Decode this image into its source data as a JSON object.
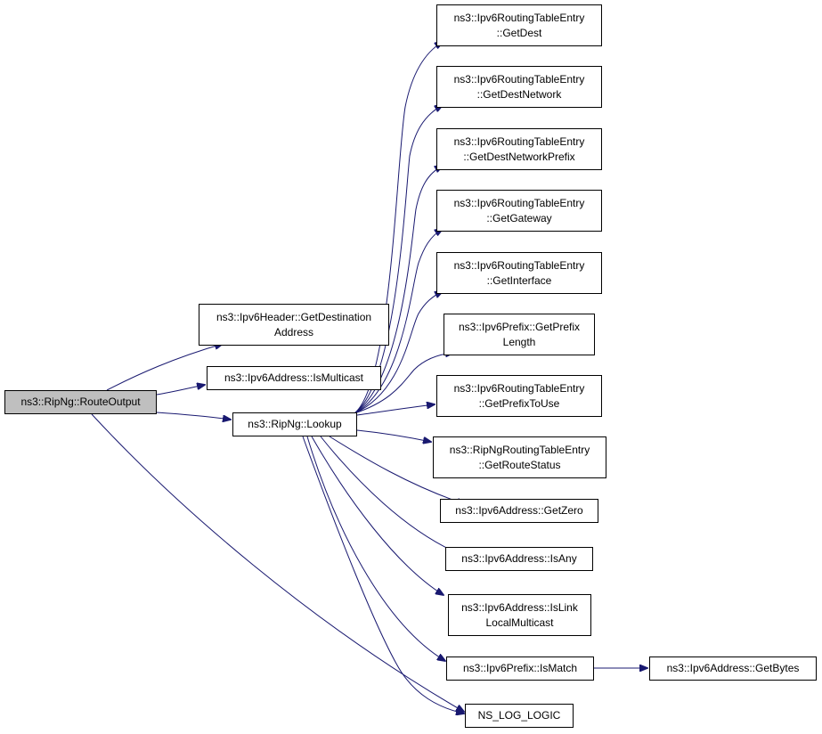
{
  "colors": {
    "edge": "#191970",
    "node_border": "#000000",
    "node_fill": "#ffffff",
    "root_fill": "#bfbfbf"
  },
  "nodes": {
    "route_output": {
      "line1": "ns3::RipNg::RouteOutput",
      "line2": ""
    },
    "get_destination_address": {
      "line1": "ns3::Ipv6Header::GetDestination",
      "line2": "Address"
    },
    "is_multicast": {
      "line1": "ns3::Ipv6Address::IsMulticast",
      "line2": ""
    },
    "lookup": {
      "line1": "ns3::RipNg::Lookup",
      "line2": ""
    },
    "ns_log_logic": {
      "line1": "NS_LOG_LOGIC",
      "line2": ""
    },
    "get_dest": {
      "line1": "ns3::Ipv6RoutingTableEntry",
      "line2": "::GetDest"
    },
    "get_dest_network": {
      "line1": "ns3::Ipv6RoutingTableEntry",
      "line2": "::GetDestNetwork"
    },
    "get_dest_network_prefix": {
      "line1": "ns3::Ipv6RoutingTableEntry",
      "line2": "::GetDestNetworkPrefix"
    },
    "get_gateway": {
      "line1": "ns3::Ipv6RoutingTableEntry",
      "line2": "::GetGateway"
    },
    "get_interface": {
      "line1": "ns3::Ipv6RoutingTableEntry",
      "line2": "::GetInterface"
    },
    "get_prefix_length": {
      "line1": "ns3::Ipv6Prefix::GetPrefix",
      "line2": "Length"
    },
    "get_prefix_to_use": {
      "line1": "ns3::Ipv6RoutingTableEntry",
      "line2": "::GetPrefixToUse"
    },
    "get_route_status": {
      "line1": "ns3::RipNgRoutingTableEntry",
      "line2": "::GetRouteStatus"
    },
    "get_zero": {
      "line1": "ns3::Ipv6Address::GetZero",
      "line2": ""
    },
    "is_any": {
      "line1": "ns3::Ipv6Address::IsAny",
      "line2": ""
    },
    "is_link_local_multicast": {
      "line1": "ns3::Ipv6Address::IsLink",
      "line2": "LocalMulticast"
    },
    "is_match": {
      "line1": "ns3::Ipv6Prefix::IsMatch",
      "line2": ""
    },
    "get_bytes": {
      "line1": "ns3::Ipv6Address::GetBytes",
      "line2": ""
    }
  },
  "edges": [
    {
      "from": "route_output",
      "to": "get_destination_address"
    },
    {
      "from": "route_output",
      "to": "is_multicast"
    },
    {
      "from": "route_output",
      "to": "lookup"
    },
    {
      "from": "route_output",
      "to": "ns_log_logic"
    },
    {
      "from": "lookup",
      "to": "get_dest"
    },
    {
      "from": "lookup",
      "to": "get_dest_network"
    },
    {
      "from": "lookup",
      "to": "get_dest_network_prefix"
    },
    {
      "from": "lookup",
      "to": "get_gateway"
    },
    {
      "from": "lookup",
      "to": "get_interface"
    },
    {
      "from": "lookup",
      "to": "get_prefix_length"
    },
    {
      "from": "lookup",
      "to": "get_prefix_to_use"
    },
    {
      "from": "lookup",
      "to": "get_route_status"
    },
    {
      "from": "lookup",
      "to": "get_zero"
    },
    {
      "from": "lookup",
      "to": "is_any"
    },
    {
      "from": "lookup",
      "to": "is_link_local_multicast"
    },
    {
      "from": "lookup",
      "to": "is_match"
    },
    {
      "from": "lookup",
      "to": "ns_log_logic"
    },
    {
      "from": "is_match",
      "to": "get_bytes"
    }
  ]
}
